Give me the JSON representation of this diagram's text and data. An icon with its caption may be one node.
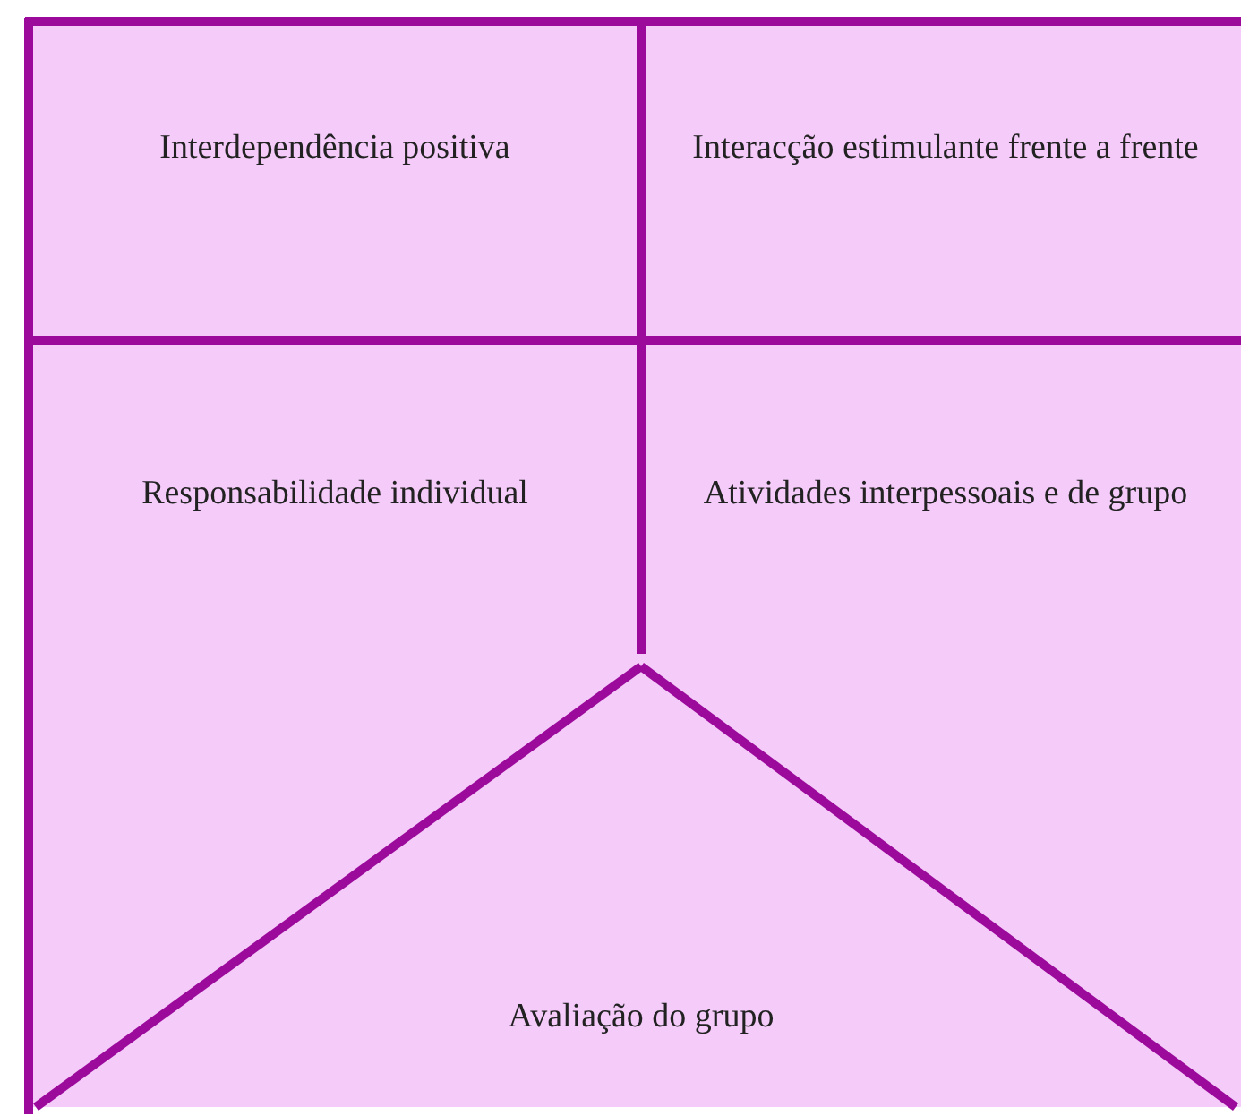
{
  "diagram": {
    "nodes": [
      {
        "text": [
          "Interdependência positiva"
        ]
      },
      {
        "text": [
          "Interacção estimulante frente a frente"
        ]
      },
      {
        "text": [
          "Responsabilidade individual"
        ]
      },
      {
        "text": [
          "Atividades interpessoais e de grupo"
        ]
      },
      {
        "text": [
          "Avaliação do grupo"
        ]
      }
    ],
    "edges": []
  }
}
